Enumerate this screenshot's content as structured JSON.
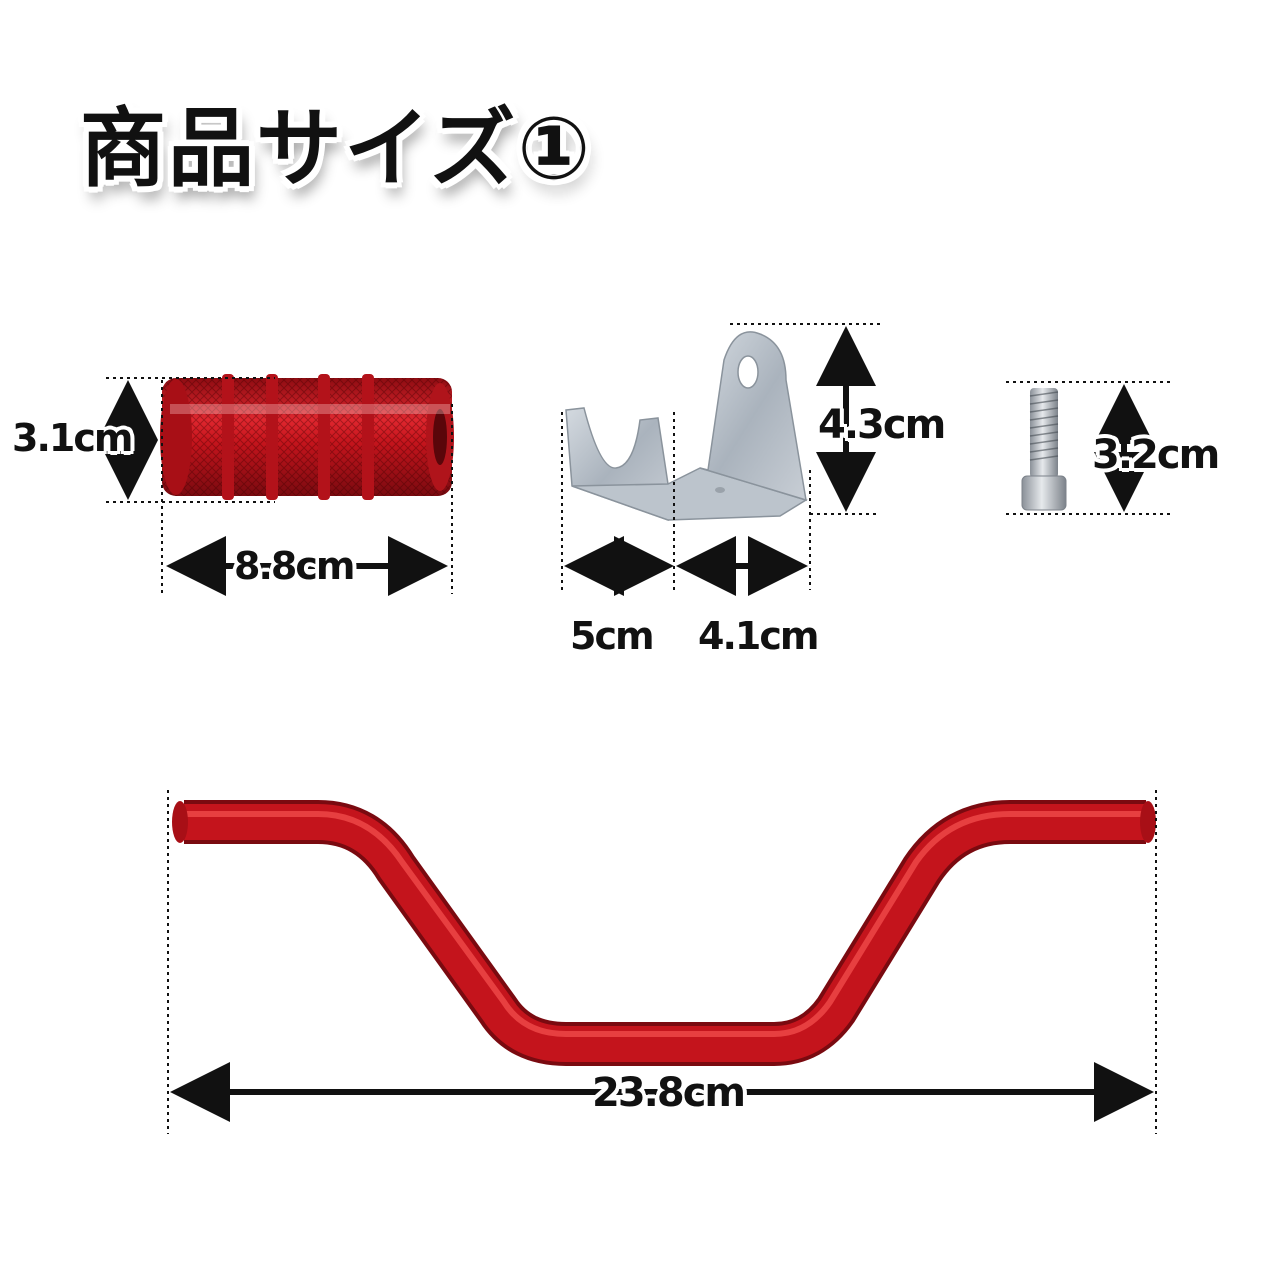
{
  "title": "商品サイズ①",
  "dimensions": {
    "grip_height": "3.1cm",
    "grip_length": "8.8cm",
    "bracket_width_a": "5cm",
    "bracket_width_b": "4.1cm",
    "bracket_height": "4.3cm",
    "bolt_length": "3.2cm",
    "bar_length": "23.8cm"
  },
  "colors": {
    "part_red": "#c4141c",
    "part_red_highlight": "#f04a4a",
    "bracket_silver": "#b8c0c8",
    "arrow": "#111111"
  }
}
